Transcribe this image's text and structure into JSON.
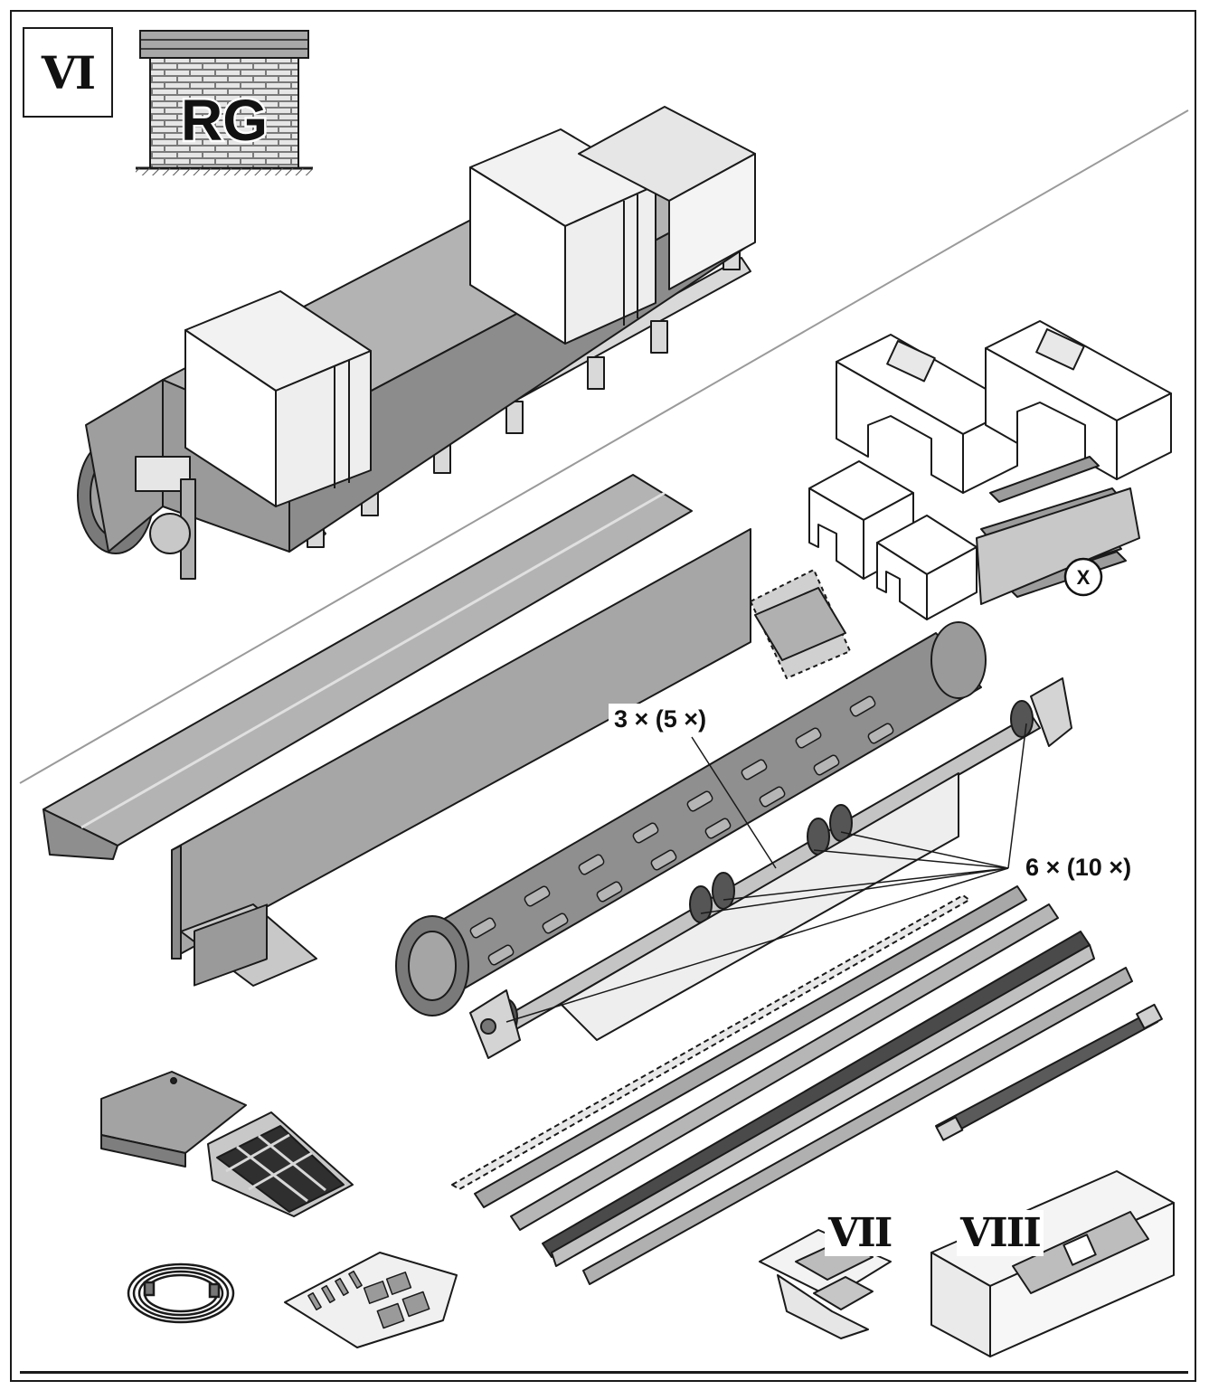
{
  "section": {
    "roman": "VI"
  },
  "badge": {
    "text": "RG"
  },
  "callouts": {
    "center_bearings": "3 × (5 ×)",
    "all_bearings": "6 × (10 ×)",
    "discard": "X"
  },
  "kits": {
    "left": "VII",
    "right": "VIII"
  },
  "colors": {
    "line": "#1a1a1a",
    "shade_dark": "#8c8c8c",
    "shade_mid": "#b3b3b3",
    "shade_light": "#d9d9d9",
    "paper": "#ffffff"
  }
}
